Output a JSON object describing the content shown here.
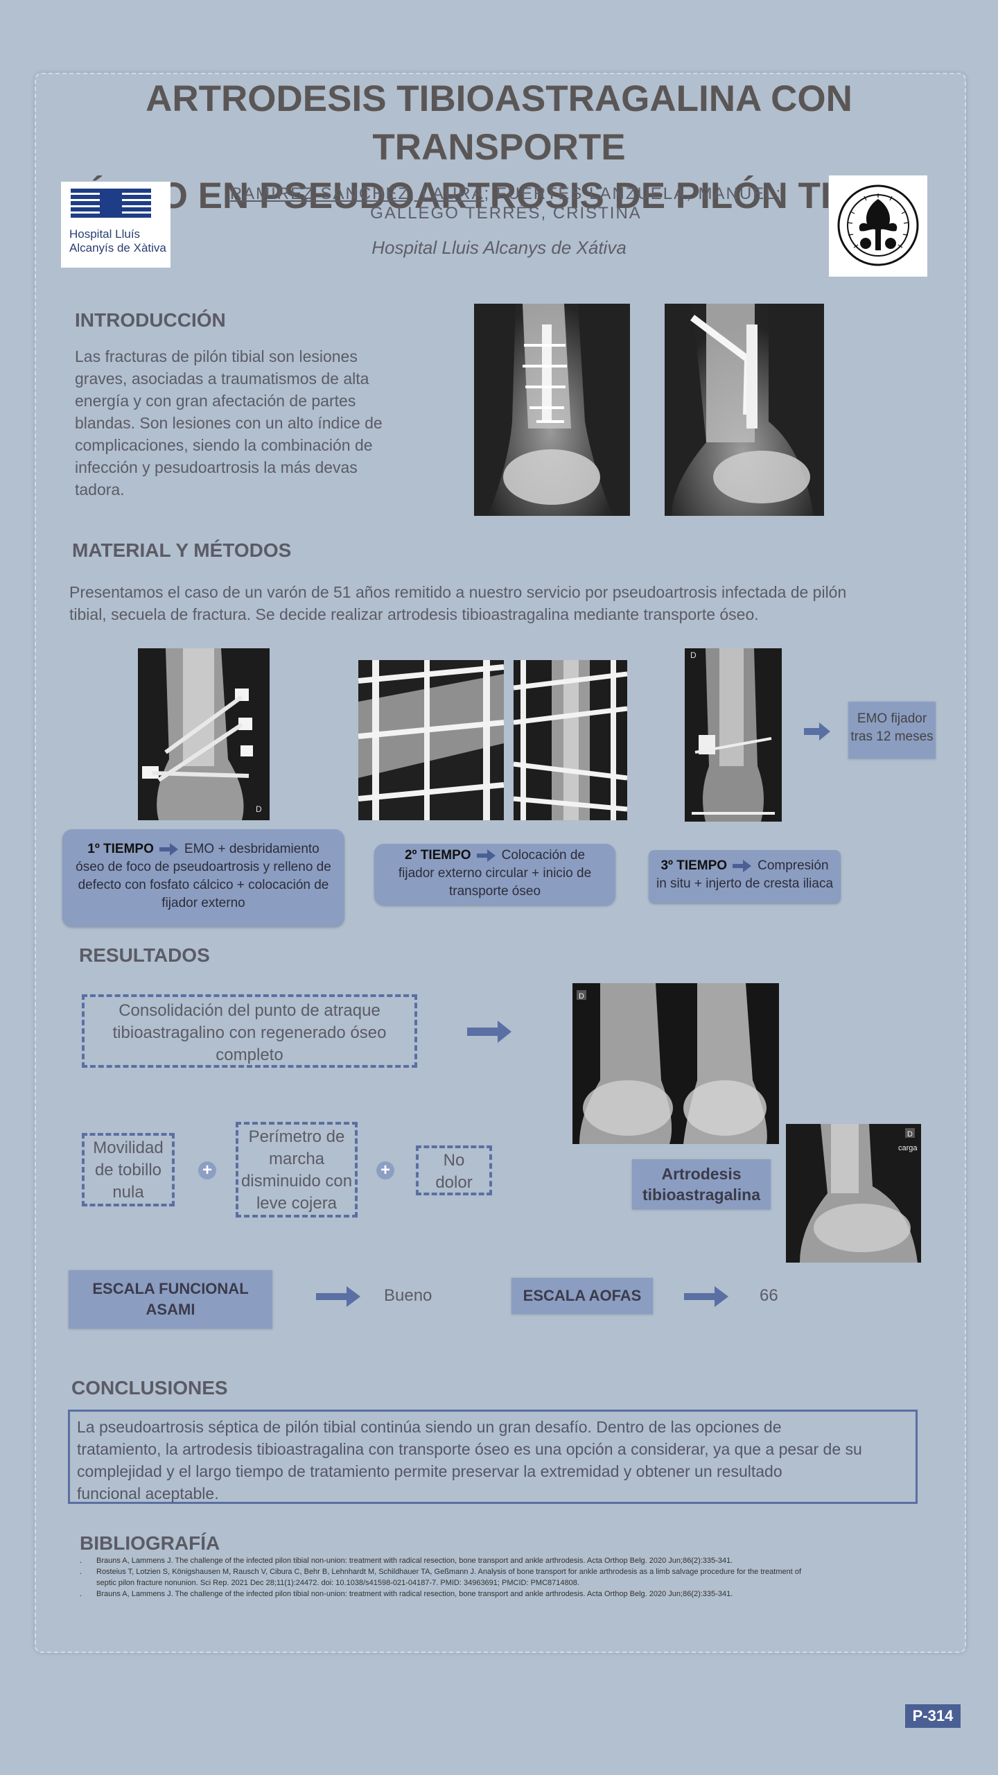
{
  "title": {
    "line1": "ARTRODESIS TIBIOASTRAGALINA CON TRANSPORTE",
    "line2": "ÓSEO EN PSEUDOARTROSIS DE PILÓN TIBIAL"
  },
  "authors": {
    "first": "RAMÍREZ SÁNCHEZ, LAURA",
    "rest_line1": "; FUERTES LANZUELA, MANUEL;",
    "line2": "GALLEGO TERRÉS, CRISTINA"
  },
  "hospital": "Hospital Lluis Alcanys de Xátiva",
  "logo_left": {
    "line1": "Hospital Lluís",
    "line2": "Alcanyís de Xàtiva"
  },
  "intro": {
    "heading": "INTRODUCCIÓN",
    "lines": [
      "Las fracturas de pilón tibial son lesiones",
      "graves, asociadas a traumatismos de alta",
      "energía y con gran afectación de partes",
      "blandas. Son lesiones con un alto índice de",
      "complicaciones, siendo la combinación de",
      "infección y pesudoartrosis la más devas",
      "tadora."
    ]
  },
  "methods": {
    "heading": "MATERIAL Y MÉTODOS",
    "line1": "Presentamos el caso de un varón de 51 años remitido a nuestro servicio por pseudoartrosis infectada de pilón",
    "line2": "tibial, secuela de fractura. Se decide realizar artrodesis tibioastragalina mediante transporte óseo.",
    "emo_box": {
      "line1": "EMO fijador",
      "line2": "tras 12 meses"
    },
    "step1": {
      "label": "1º TIEMPO",
      "text_a": "EMO + desbridamiento",
      "text_b": "óseo de foco de pseudoartrosis  y relleno de",
      "text_c": "defecto con fosfato cálcico + colocación de",
      "text_d": "fijador externo"
    },
    "step2": {
      "label": "2º TIEMPO",
      "text_a": "Colocación de",
      "text_b": "fijador externo circular + inicio de",
      "text_c": "transporte óseo"
    },
    "step3": {
      "label": "3º TIEMPO",
      "text_a": "Compresión",
      "text_b": "in situ + injerto de cresta iliaca"
    },
    "xray_marker": "D"
  },
  "results": {
    "heading": "RESULTADOS",
    "consolidation": {
      "line1": "Consolidación del punto de atraque",
      "line2": "tibioastragalino con regenerado óseo",
      "line3": "completo"
    },
    "mobility": {
      "line1": "Movilidad",
      "line2": "de tobillo",
      "line3": "nula"
    },
    "perimeter": {
      "line1": "Perímetro de",
      "line2": "marcha",
      "line3": "disminuido con",
      "line4": "leve cojera"
    },
    "pain": {
      "line1": "No",
      "line2": "dolor"
    },
    "arthrodesis": {
      "line1": "Artrodesis",
      "line2": "tibioastragalina"
    },
    "xray_marker": "D",
    "xray_load": "carga",
    "asami": {
      "line1": "ESCALA FUNCIONAL",
      "line2": "ASAMI",
      "value": "Bueno"
    },
    "aofas": {
      "label": "ESCALA AOFAS",
      "value": "66"
    }
  },
  "conclusions": {
    "heading": "CONCLUSIONES",
    "line1": " La pseudoartrosis séptica de pilón tibial continúa siendo un gran desafío. Dentro de las opciones de",
    "line2": "tratamiento, la artrodesis tibioastragalina con transporte óseo es una opción a considerar, ya que a pesar de su",
    "line3": "complejidad y el largo tiempo de tratamiento permite preservar la extremidad y obtener un resultado",
    "line4": "funcional aceptable."
  },
  "bibliography": {
    "heading": "BIBLIOGRAFÍA",
    "ref1": "Brauns A, Lammens J. The challenge of the infected pilon tibial non-union:  treatment with radical resection, bone transport and ankle arthrodesis. Acta Orthop Belg. 2020 Jun;86(2):335-341.",
    "ref2a": "Rosteius T, Lotzien S, Königshausen  M, Rausch V, Cibura C, Behr B, Lehnhardt M, Schildhauer TA, Geßmann J. Analysis of bone transport for ankle arthrodesis as a limb salvage procedure for the treatment of",
    "ref2b": "septic pilon fracture nonunion.  Sci Rep. 2021 Dec 28;11(1):24472. doi: 10.1038/s41598-021-04187-7.  PMID: 34963691; PMCID: PMC8714808.",
    "ref3": "Brauns A, Lammens J. The challenge of the infected pilon tibial non-union:  treatment with radical resection, bone transport and ankle arthrodesis. Acta Orthop Belg. 2020 Jun;86(2):335-341."
  },
  "poster_code": "P-314",
  "colors": {
    "background": "#b3c0cf",
    "accent": "#4a5f93",
    "box": "#8b9dc0",
    "title": "#5b5656"
  }
}
